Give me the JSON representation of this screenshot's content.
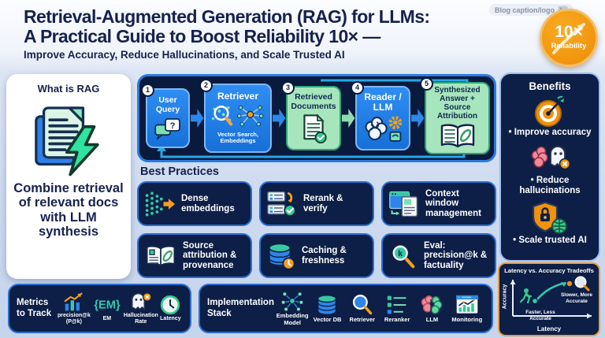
{
  "colors": {
    "navy_panel": "#0d1f47",
    "deep_navy_text": "#16214d",
    "blue_card": "#1f7ce2",
    "mint_card": "#a7e5bc",
    "accent_orange": "#f0920c",
    "accent_teal": "#37c8a0",
    "panel_border_blue": "#2b6fd3",
    "tradeoff_border_orange": "#e89b3c",
    "page_background": "#cddaef"
  },
  "header": {
    "caption": "Blog caption/logo",
    "title_line1": "Retrieval-Augmented Generation (RAG) for LLMs:",
    "title_line2": "A Practical Guide to Boost Reliability 10× —",
    "subtitle": "Improve Accuracy, Reduce Hallucinations, and Scale Trusted AI",
    "badge_value": "10×",
    "badge_label": "Reliability"
  },
  "what_is_rag": {
    "title": "What is RAG",
    "description": "Combine retrieval of relevant docs with LLM synthesis"
  },
  "pipeline": {
    "steps": [
      {
        "num": "1",
        "label": "User Query"
      },
      {
        "num": "2",
        "label": "Retriever",
        "caption": "Vector Search, Embeddings"
      },
      {
        "num": "3",
        "label": "Retrieved Documents"
      },
      {
        "num": "4",
        "label": "Reader / LLM"
      },
      {
        "num": "5",
        "label": "Synthesized Answer + Source Attribution"
      }
    ]
  },
  "best_practices": {
    "title": "Best Practices",
    "items": [
      {
        "label": "Dense embeddings",
        "icon": "dense-embeddings-icon"
      },
      {
        "label": "Rerank & verify",
        "icon": "rerank-verify-icon"
      },
      {
        "label": "Context window management",
        "icon": "context-window-icon"
      },
      {
        "label": "Source attribution & provenance",
        "icon": "open-book-icon"
      },
      {
        "label": "Caching & freshness",
        "icon": "database-clock-icon"
      },
      {
        "label": "Eval: precision@k & factuality",
        "icon": "magnifier-k-icon"
      }
    ]
  },
  "benefits": {
    "title": "Benefits",
    "items": [
      {
        "label": "• Improve accuracy",
        "icon": "target-icon"
      },
      {
        "label": "• Reduce hallucinations",
        "icon": "brain-ghost-x-icon"
      },
      {
        "label": "• Scale trusted AI",
        "icon": "shield-lock-globe-icon"
      }
    ]
  },
  "metrics": {
    "title": "Metrics to Track",
    "items": [
      {
        "label": "precision@k (P@k)",
        "icon": "bar-chart-trend-icon"
      },
      {
        "label": "EM",
        "icon": "em-braces-icon",
        "icon_text": "{EM}"
      },
      {
        "label": "Hallucination Rate",
        "icon": "ghost-x-icon"
      },
      {
        "label": "Latency",
        "icon": "clock-icon"
      }
    ]
  },
  "stack": {
    "title": "Implementation Stack",
    "items": [
      {
        "label": "Embedding Model",
        "icon": "network-nodes-icon"
      },
      {
        "label": "Vector DB",
        "icon": "database-icon"
      },
      {
        "label": "Retriever",
        "icon": "magnifier-icon"
      },
      {
        "label": "Reranker",
        "icon": "checklist-icon"
      },
      {
        "label": "LLM",
        "icon": "brain-icon"
      },
      {
        "label": "Monitoring",
        "icon": "monitor-chart-icon"
      }
    ]
  },
  "glyphs": {
    "question_mark": "?",
    "k": "k"
  },
  "chart_data": {
    "type": "scatter",
    "title": "Latency vs. Accuracy Tradeoffs",
    "xlabel": "Latency",
    "ylabel": "Accuracy",
    "points": [
      {
        "label": "Faster, Less Accurate",
        "latency": "low",
        "accuracy": "low"
      },
      {
        "label": "Slower, More Accurate",
        "latency": "high",
        "accuracy": "high"
      }
    ],
    "annotation": "curved arrow from fast/less-accurate point to slow/more-accurate point",
    "legend": "none",
    "grid": false
  }
}
